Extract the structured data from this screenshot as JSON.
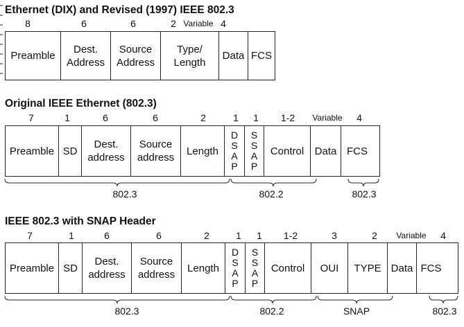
{
  "frame1": {
    "title": "Ethernet (DIX) and Revised (1997) IEEE 802.3",
    "sizes": [
      "8",
      "6",
      "6",
      "2",
      "Variable",
      "4"
    ],
    "fields": [
      {
        "line1": "Preamble",
        "line2": ""
      },
      {
        "line1": "Dest.",
        "line2": "Address"
      },
      {
        "line1": "Source",
        "line2": "Address"
      },
      {
        "line1": "Type/",
        "line2": "Length"
      },
      {
        "line1": "Data",
        "line2": ""
      },
      {
        "line1": "FCS",
        "line2": ""
      }
    ]
  },
  "frame2": {
    "title": "Original IEEE Ethernet (802.3)",
    "sizes": [
      "7",
      "1",
      "6",
      "6",
      "2",
      "1",
      "1",
      "1-2",
      "Variable",
      "4"
    ],
    "fields": [
      {
        "line1": "Preamble",
        "line2": ""
      },
      {
        "line1": "SD",
        "line2": ""
      },
      {
        "line1": "Dest.",
        "line2": "address"
      },
      {
        "line1": "Source",
        "line2": "address"
      },
      {
        "line1": "Length",
        "line2": ""
      },
      {
        "letters": [
          "D",
          "S",
          "A",
          "P"
        ]
      },
      {
        "letters": [
          "S",
          "S",
          "A",
          "P"
        ]
      },
      {
        "line1": "Control",
        "line2": ""
      },
      {
        "line1": "Data",
        "line2": ""
      },
      {
        "line1": "FCS",
        "line2": ""
      }
    ],
    "braces": [
      "802.3",
      "802.2",
      "802.3"
    ]
  },
  "frame3": {
    "title": "IEEE 802.3 with SNAP Header",
    "sizes": [
      "7",
      "1",
      "6",
      "6",
      "2",
      "1",
      "1",
      "1-2",
      "3",
      "2",
      "Variable",
      "4"
    ],
    "fields": [
      {
        "line1": "Preamble",
        "line2": ""
      },
      {
        "line1": "SD",
        "line2": ""
      },
      {
        "line1": "Dest.",
        "line2": "address"
      },
      {
        "line1": "Source",
        "line2": "address"
      },
      {
        "line1": "Length",
        "line2": ""
      },
      {
        "letters": [
          "D",
          "S",
          "A",
          "P"
        ]
      },
      {
        "letters": [
          "S",
          "S",
          "A",
          "P"
        ]
      },
      {
        "line1": "Control",
        "line2": ""
      },
      {
        "line1": "OUI",
        "line2": ""
      },
      {
        "line1": "TYPE",
        "line2": ""
      },
      {
        "line1": "Data",
        "line2": ""
      },
      {
        "line1": "FCS",
        "line2": ""
      }
    ],
    "braces": [
      "802.3",
      "802.2",
      "SNAP",
      "802.3"
    ]
  }
}
